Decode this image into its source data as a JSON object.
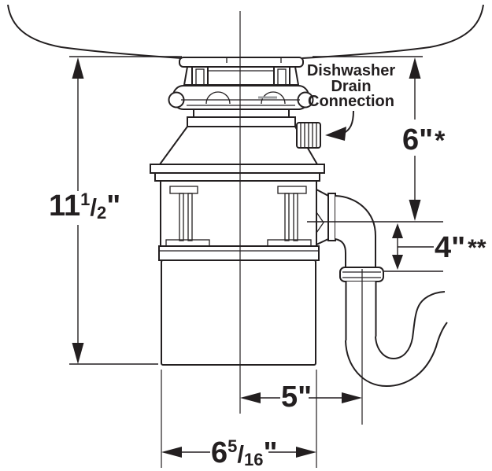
{
  "canvas": {
    "background": "#ffffff",
    "line_color": "#231f20",
    "accent_gray": "#9d9fa2"
  },
  "labels": {
    "dishwasher_connection": {
      "line1": "Dishwasher",
      "line2": "Drain",
      "line3": "Connection"
    }
  },
  "dimensions": {
    "overall_height": {
      "whole": "11",
      "numerator": "1",
      "separator": "/",
      "denominator": "2",
      "unit": "\""
    },
    "sink_to_outlet": {
      "value": "6",
      "unit": "\"",
      "footnote": "*"
    },
    "outlet_to_trap": {
      "value": "4",
      "unit": "\"",
      "footnote": "**"
    },
    "center_to_trap": {
      "value": "5",
      "unit": "\""
    },
    "body_width": {
      "whole": "6",
      "numerator": "5",
      "separator": "/",
      "denominator": "16",
      "unit": "\""
    }
  }
}
